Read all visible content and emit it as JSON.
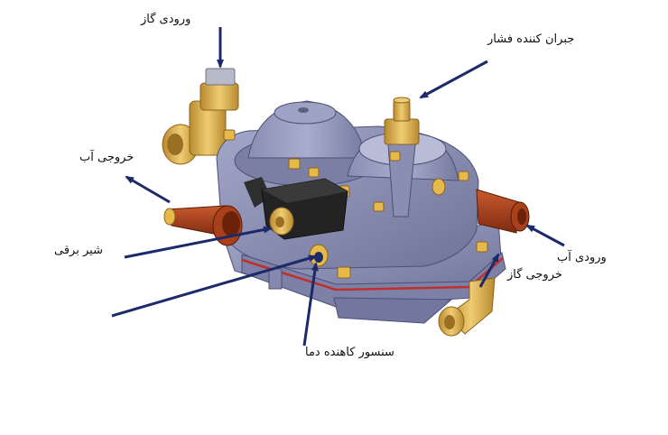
{
  "labels": {
    "gas_inlet": "ورودی گاز",
    "pressure_compensator": "جبران کننده فشار",
    "water_outlet": "خروجی آب",
    "solenoid_valve": "شیر برقی",
    "water_inlet": "ورودی آب",
    "gas_outlet": "خروجی گاز",
    "temp_sensor": "سنسور کاهنده دما"
  },
  "colors": {
    "arrow": "#1c2a6b",
    "body": "#8b8fb4",
    "body_dark": "#6e7297",
    "brass": "#d6a84a",
    "copper": "#a8401a",
    "gasket": "#c0302a",
    "solenoid": "#262626"
  }
}
